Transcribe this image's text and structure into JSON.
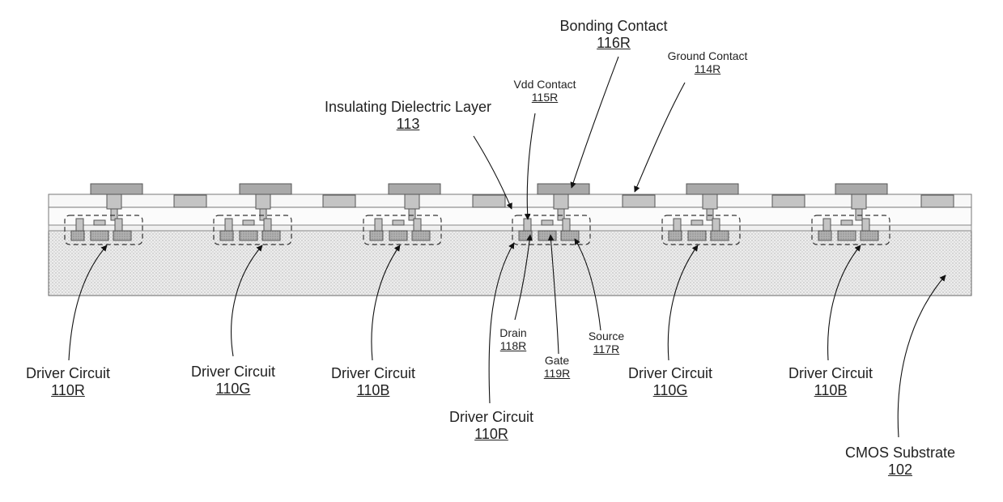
{
  "labels": {
    "bonding_contact": {
      "text": "Bonding Contact",
      "ref": "116R"
    },
    "ground_contact": {
      "text": "Ground Contact",
      "ref": "114R"
    },
    "vdd_contact": {
      "text": "Vdd Contact",
      "ref": "115R"
    },
    "insulating_layer": {
      "text": "Insulating Dielectric Layer",
      "ref": "113"
    },
    "drain": {
      "text": "Drain",
      "ref": "118R"
    },
    "gate": {
      "text": "Gate",
      "ref": "119R"
    },
    "source": {
      "text": "Source",
      "ref": "117R"
    },
    "cmos_substrate": {
      "text": "CMOS Substrate",
      "ref": "102"
    },
    "driver_circuits": [
      {
        "text": "Driver Circuit",
        "ref": "110R"
      },
      {
        "text": "Driver Circuit",
        "ref": "110G"
      },
      {
        "text": "Driver Circuit",
        "ref": "110B"
      },
      {
        "text": "Driver Circuit",
        "ref": "110R"
      },
      {
        "text": "Driver Circuit",
        "ref": "110G"
      },
      {
        "text": "Driver Circuit",
        "ref": "110B"
      }
    ]
  },
  "colors": {
    "substrate": "#e6e6e6",
    "layer": "#f7f7f7",
    "pad": "#a9a9a9",
    "pillar": "#c4c4c4",
    "outline": "#555555"
  }
}
